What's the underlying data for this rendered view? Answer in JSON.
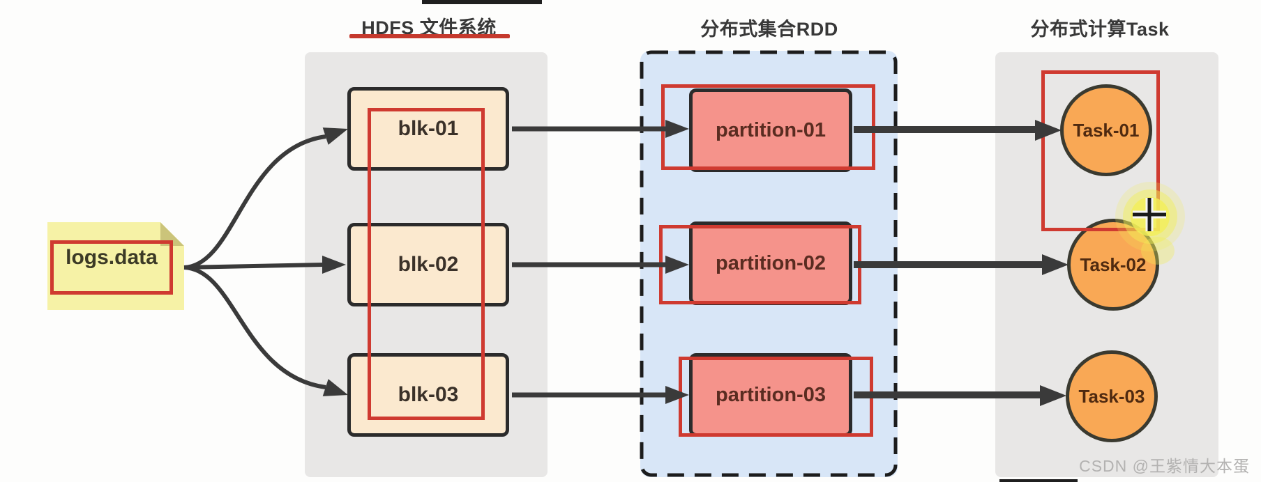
{
  "hdfs": {
    "title": "HDFS 文件系统",
    "blocks": [
      "blk-01",
      "blk-02",
      "blk-03"
    ]
  },
  "rdd": {
    "title": "分布式集合RDD",
    "partitions": [
      "partition-01",
      "partition-02",
      "partition-03"
    ]
  },
  "tasks": {
    "title": "分布式计算Task",
    "items": [
      "Task-01",
      "Task-02",
      "Task-03"
    ]
  },
  "source": {
    "label": "logs.data"
  },
  "watermark": {
    "text": "CSDN @王紫情大本蛋"
  },
  "colors": {
    "bg": "#fdfdfc",
    "column-gray": "#e8e7e6",
    "rdd-blue": "#d8e6f7",
    "block-fill": "#fbe9cf",
    "partition-fill": "#f5938b",
    "task-fill": "#f9a855",
    "note-yellow": "#f6f2a6",
    "note-fold": "#cbc47a",
    "annotation-red": "#cf3a30",
    "arrow-dark": "#3a3a3a",
    "border-dark": "#2b2b2b",
    "underline-red": "#c5392d",
    "highlight-yellow": "#f2ef57",
    "watermark-gray": "#b3b2b1",
    "text-dark": "#3a3129"
  }
}
